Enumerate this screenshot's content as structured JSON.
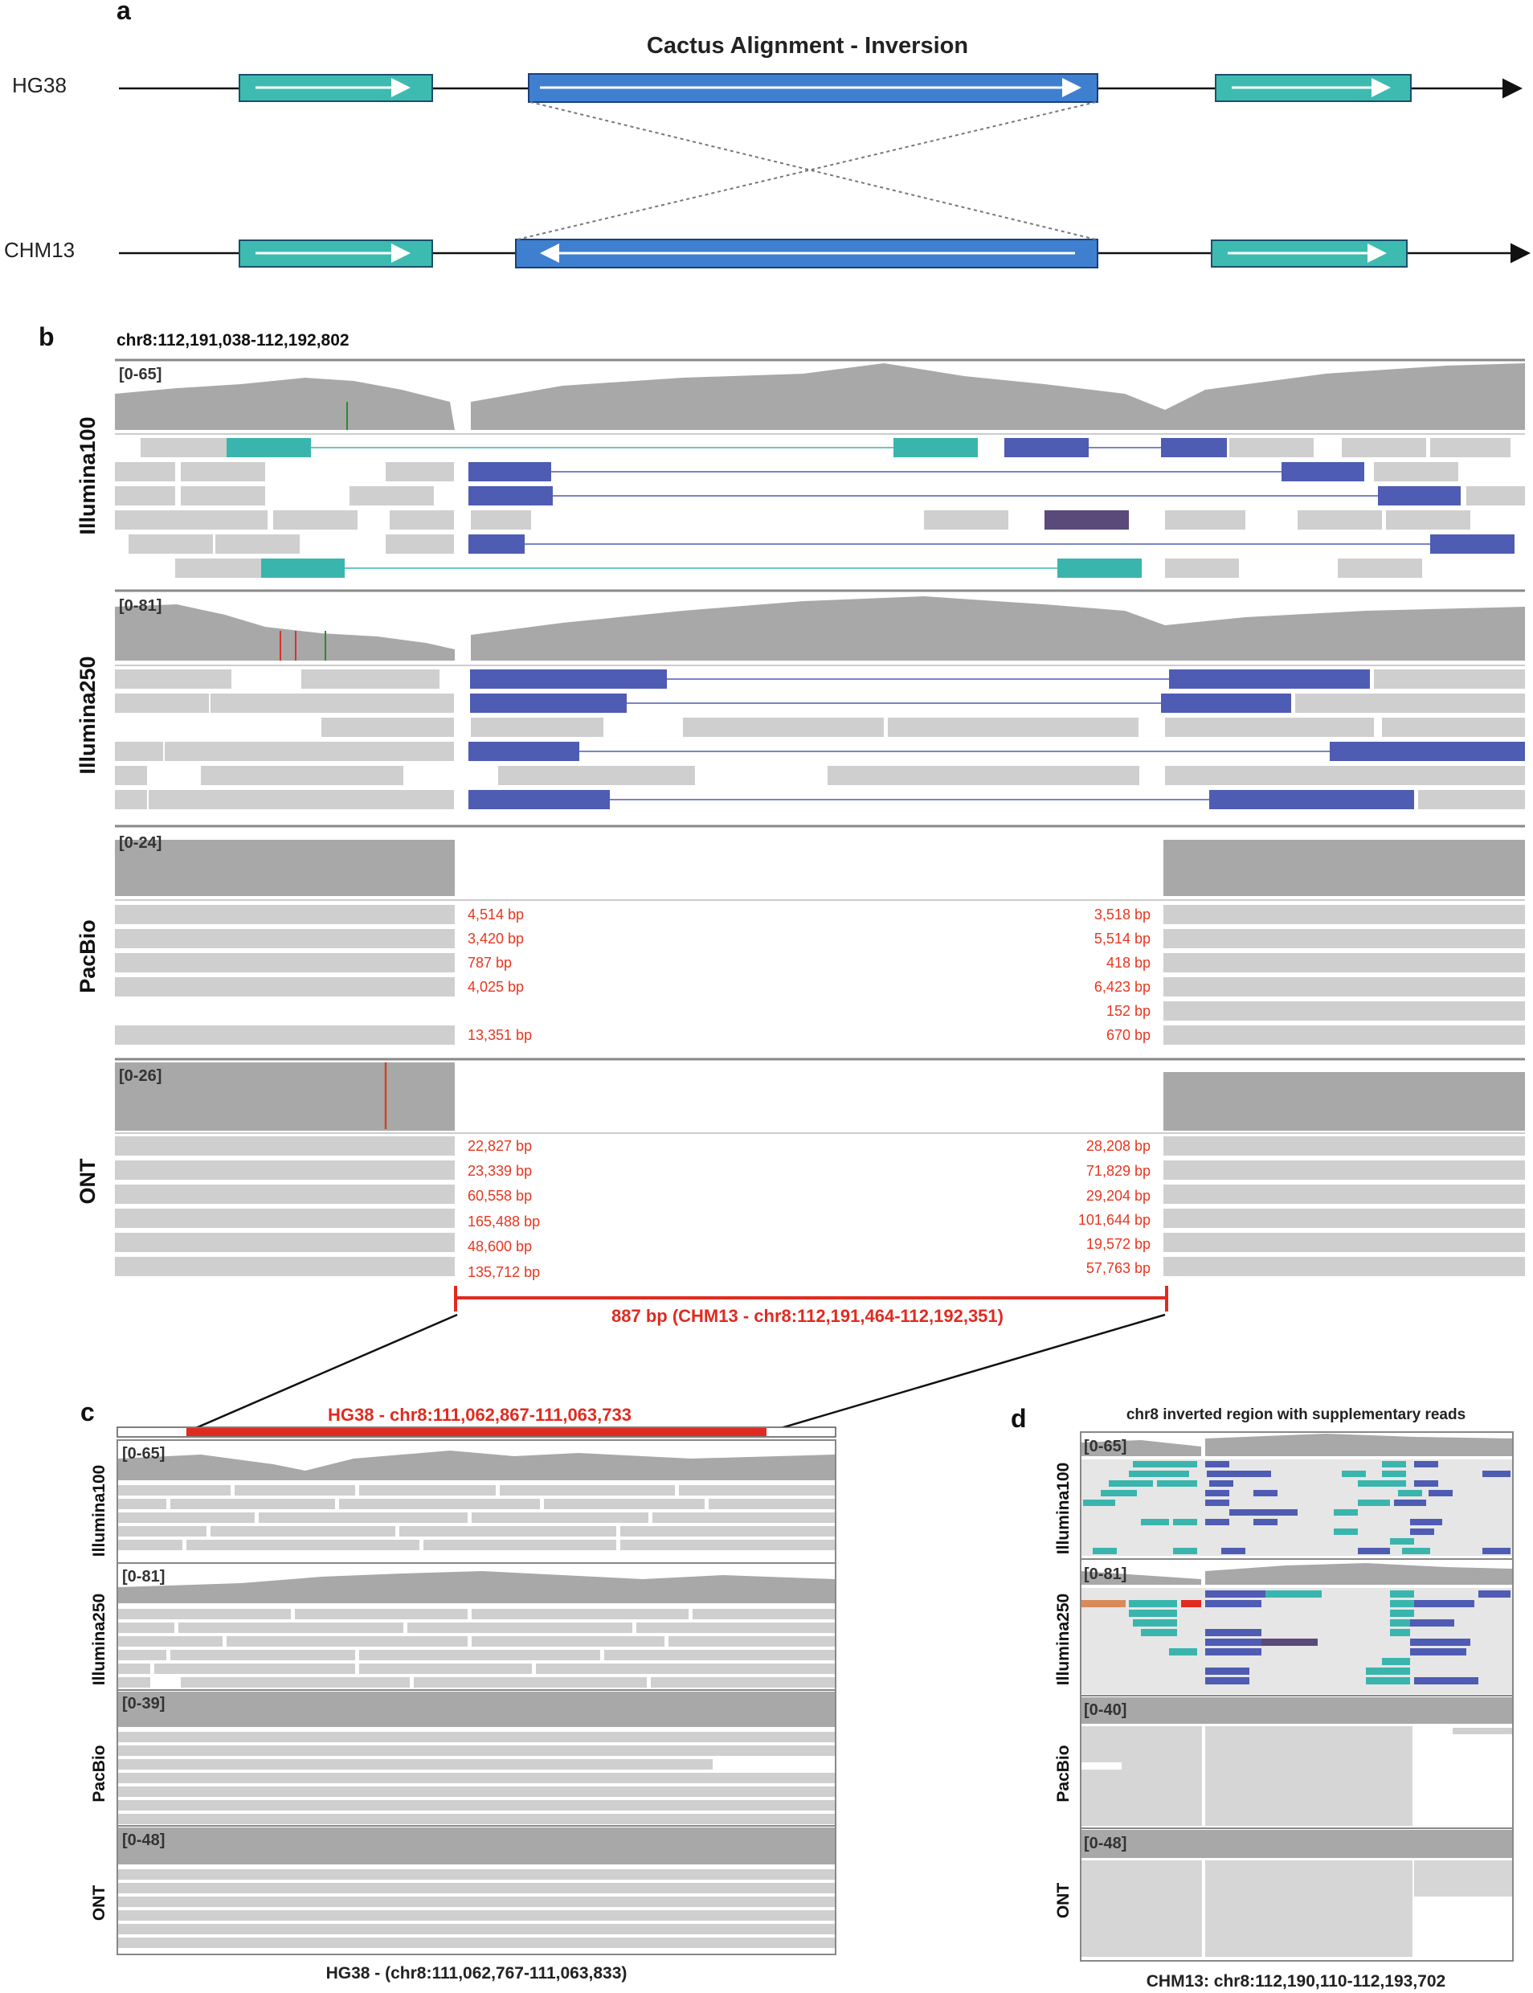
{
  "panels": {
    "a": {
      "label": "a",
      "title": "Cactus Alignment - Inversion",
      "genome_top": "HG38",
      "genome_bottom": "CHM13"
    },
    "b": {
      "label": "b",
      "locus": "chr8:112,191,038-112,192,802",
      "tracks": [
        {
          "name": "Illumina100",
          "range": "[0-65]"
        },
        {
          "name": "Illumina250",
          "range": "[0-81]"
        },
        {
          "name": "PacBio",
          "range": "[0-24]"
        },
        {
          "name": "ONT",
          "range": "[0-26]"
        }
      ],
      "pacbio_left_clips": [
        "4,514 bp",
        "3,420 bp",
        "787 bp",
        "4,025 bp",
        "13,351 bp"
      ],
      "pacbio_right_clips": [
        "3,518 bp",
        "5,514 bp",
        "418 bp",
        "6,423 bp",
        "152 bp",
        "670 bp"
      ],
      "ont_left_clips": [
        "22,827 bp",
        "23,339 bp",
        "60,558 bp",
        "165,488 bp",
        "48,600 bp",
        "135,712 bp"
      ],
      "ont_right_clips": [
        "28,208 bp",
        "71,829 bp",
        "29,204 bp",
        "101,644 bp",
        "19,572 bp",
        "57,763 bp"
      ],
      "span_label": "887 bp (CHM13 - chr8:112,191,464-112,192,351)"
    },
    "c": {
      "label": "c",
      "region_label": "HG38 - chr8:111,062,867-111,063,733",
      "tracks": [
        {
          "name": "Illumina100",
          "range": "[0-65]"
        },
        {
          "name": "Illumina250",
          "range": "[0-81]"
        },
        {
          "name": "PacBio",
          "range": "[0-39]"
        },
        {
          "name": "ONT",
          "range": "[0-48]"
        }
      ],
      "bottom_label": "HG38 - (chr8:111,062,767-111,063,833)"
    },
    "d": {
      "label": "d",
      "title": "chr8 inverted region with supplementary reads",
      "tracks": [
        {
          "name": "Illumina100",
          "range": "[0-65]"
        },
        {
          "name": "Illumina250",
          "range": "[0-81]"
        },
        {
          "name": "PacBio",
          "range": "[0-40]"
        },
        {
          "name": "ONT",
          "range": "[0-48]"
        }
      ],
      "bottom_label": "CHM13: chr8:112,190,110-112,193,702"
    }
  },
  "colors": {
    "teal_block": "#3dbbb0",
    "blue_block": "#3f7fd0",
    "read_gray": "#cfcfcf",
    "coverage_gray": "#a8a8a8",
    "read_blue": "#4f5cb3",
    "read_teal": "#3ab5ae",
    "read_purple": "#5a4a7a",
    "red": "#e02b20"
  },
  "icons": [
    "arrow-right-icon",
    "arrow-left-icon"
  ]
}
